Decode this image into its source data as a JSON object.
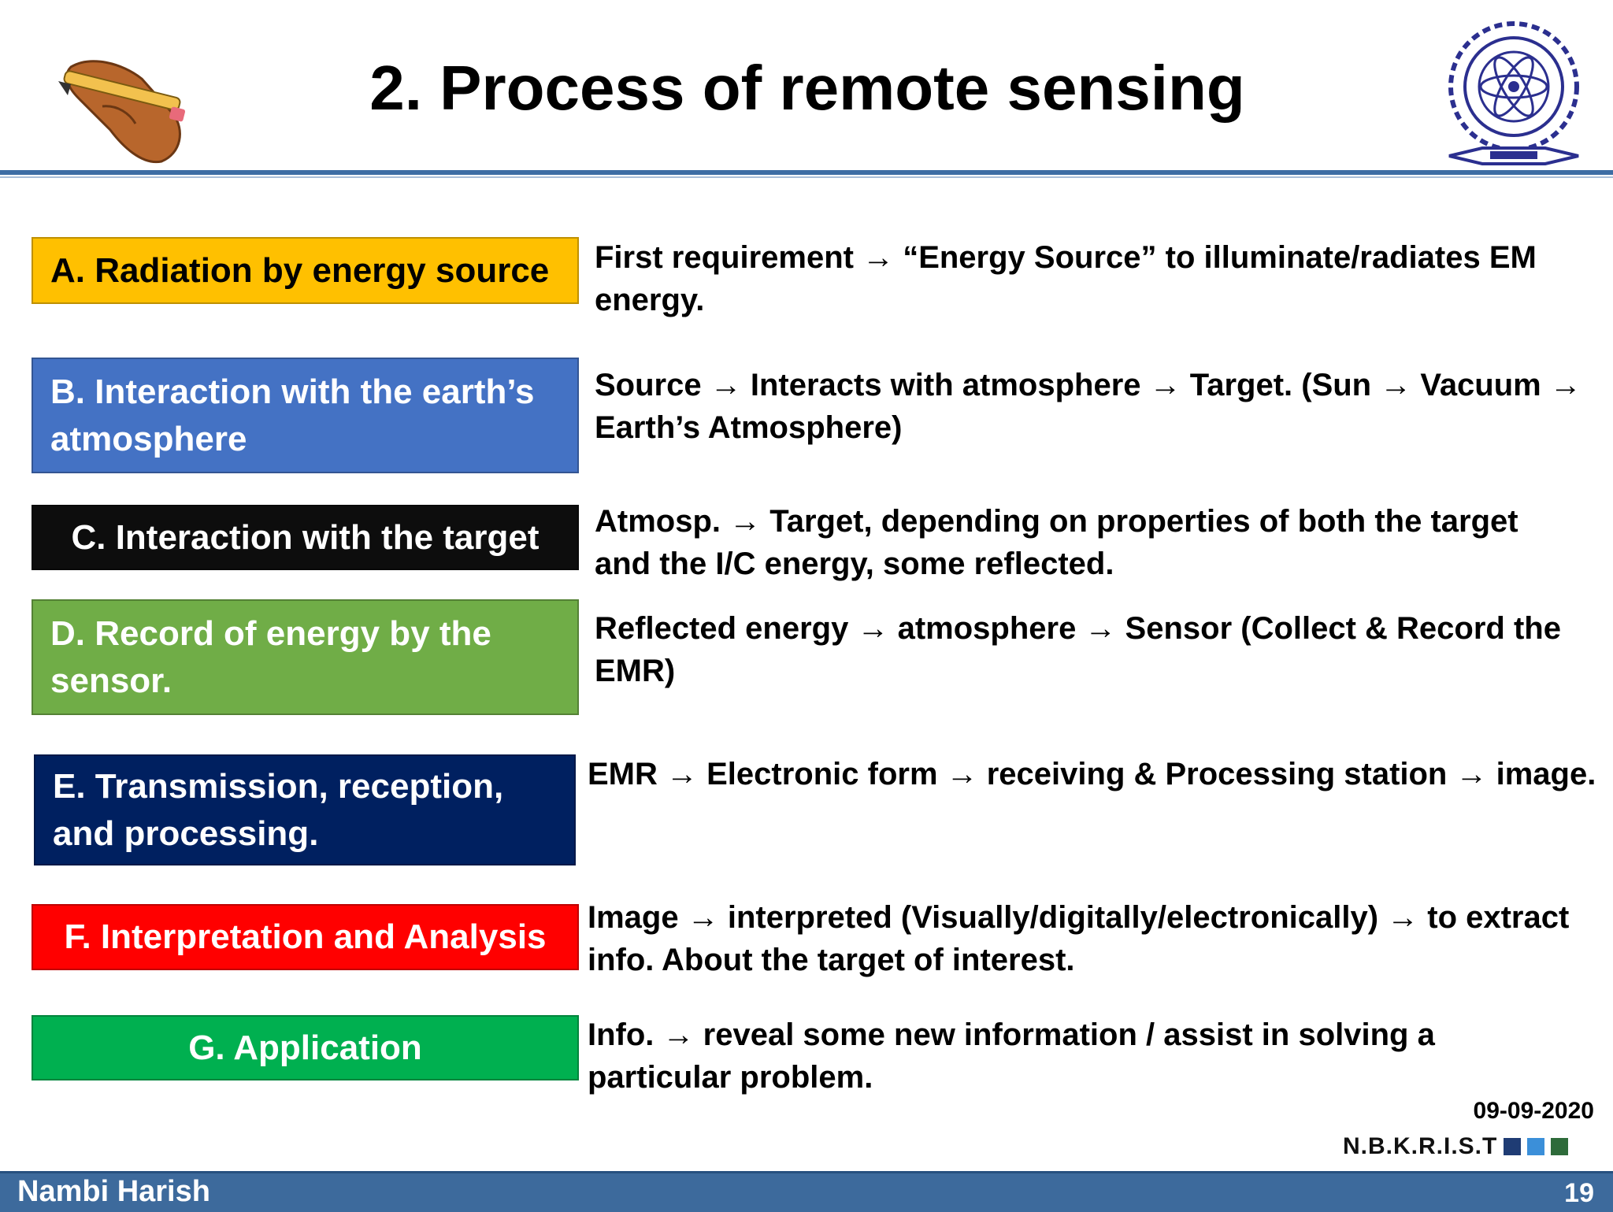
{
  "slide": {
    "title": "2. Process of remote sensing",
    "date": "09-09-2020",
    "brand": "N.B.K.R.I.S.T",
    "author": "Nambi Harish",
    "page_number": "19"
  },
  "colors": {
    "accent_bar": "#3d6da4",
    "footer": "#3d6a9c"
  },
  "icons": {
    "left": "hand-writing-pencil-icon",
    "right": "college-emblem-logo"
  },
  "steps": [
    {
      "label": "A. Radiation by energy source",
      "description": "First requirement → “Energy Source” to illuminate/radiates EM energy.",
      "bg": "#ffc000",
      "fg": "#000000"
    },
    {
      "label": "B. Interaction with the earth’s atmosphere",
      "description": "Source → Interacts with atmosphere → Target. (Sun → Vacuum → Earth’s Atmosphere)",
      "bg": "#4472c4",
      "fg": "#ffffff"
    },
    {
      "label": "C. Interaction with the target",
      "description": "Atmosp. → Target, depending on properties of both the target and the I/C energy, some reflected.",
      "bg": "#0d0d0d",
      "fg": "#ffffff"
    },
    {
      "label": "D. Record of energy by the sensor.",
      "description": "Reflected energy → atmosphere → Sensor (Collect & Record the EMR)",
      "bg": "#70ad47",
      "fg": "#ffffff"
    },
    {
      "label": "E. Transmission, reception, and processing.",
      "description": "EMR → Electronic form → receiving & Processing station → image.",
      "bg": "#002060",
      "fg": "#ffffff"
    },
    {
      "label": "F. Interpretation and Analysis",
      "description": "Image → interpreted (Visually/digitally/electronically) → to extract info. About the target of interest.",
      "bg": "#ff0000",
      "fg": "#ffffff"
    },
    {
      "label": "G. Application",
      "description": "Info. →  reveal some new information /  assist in solving a particular problem.",
      "bg": "#00b050",
      "fg": "#ffffff"
    }
  ]
}
